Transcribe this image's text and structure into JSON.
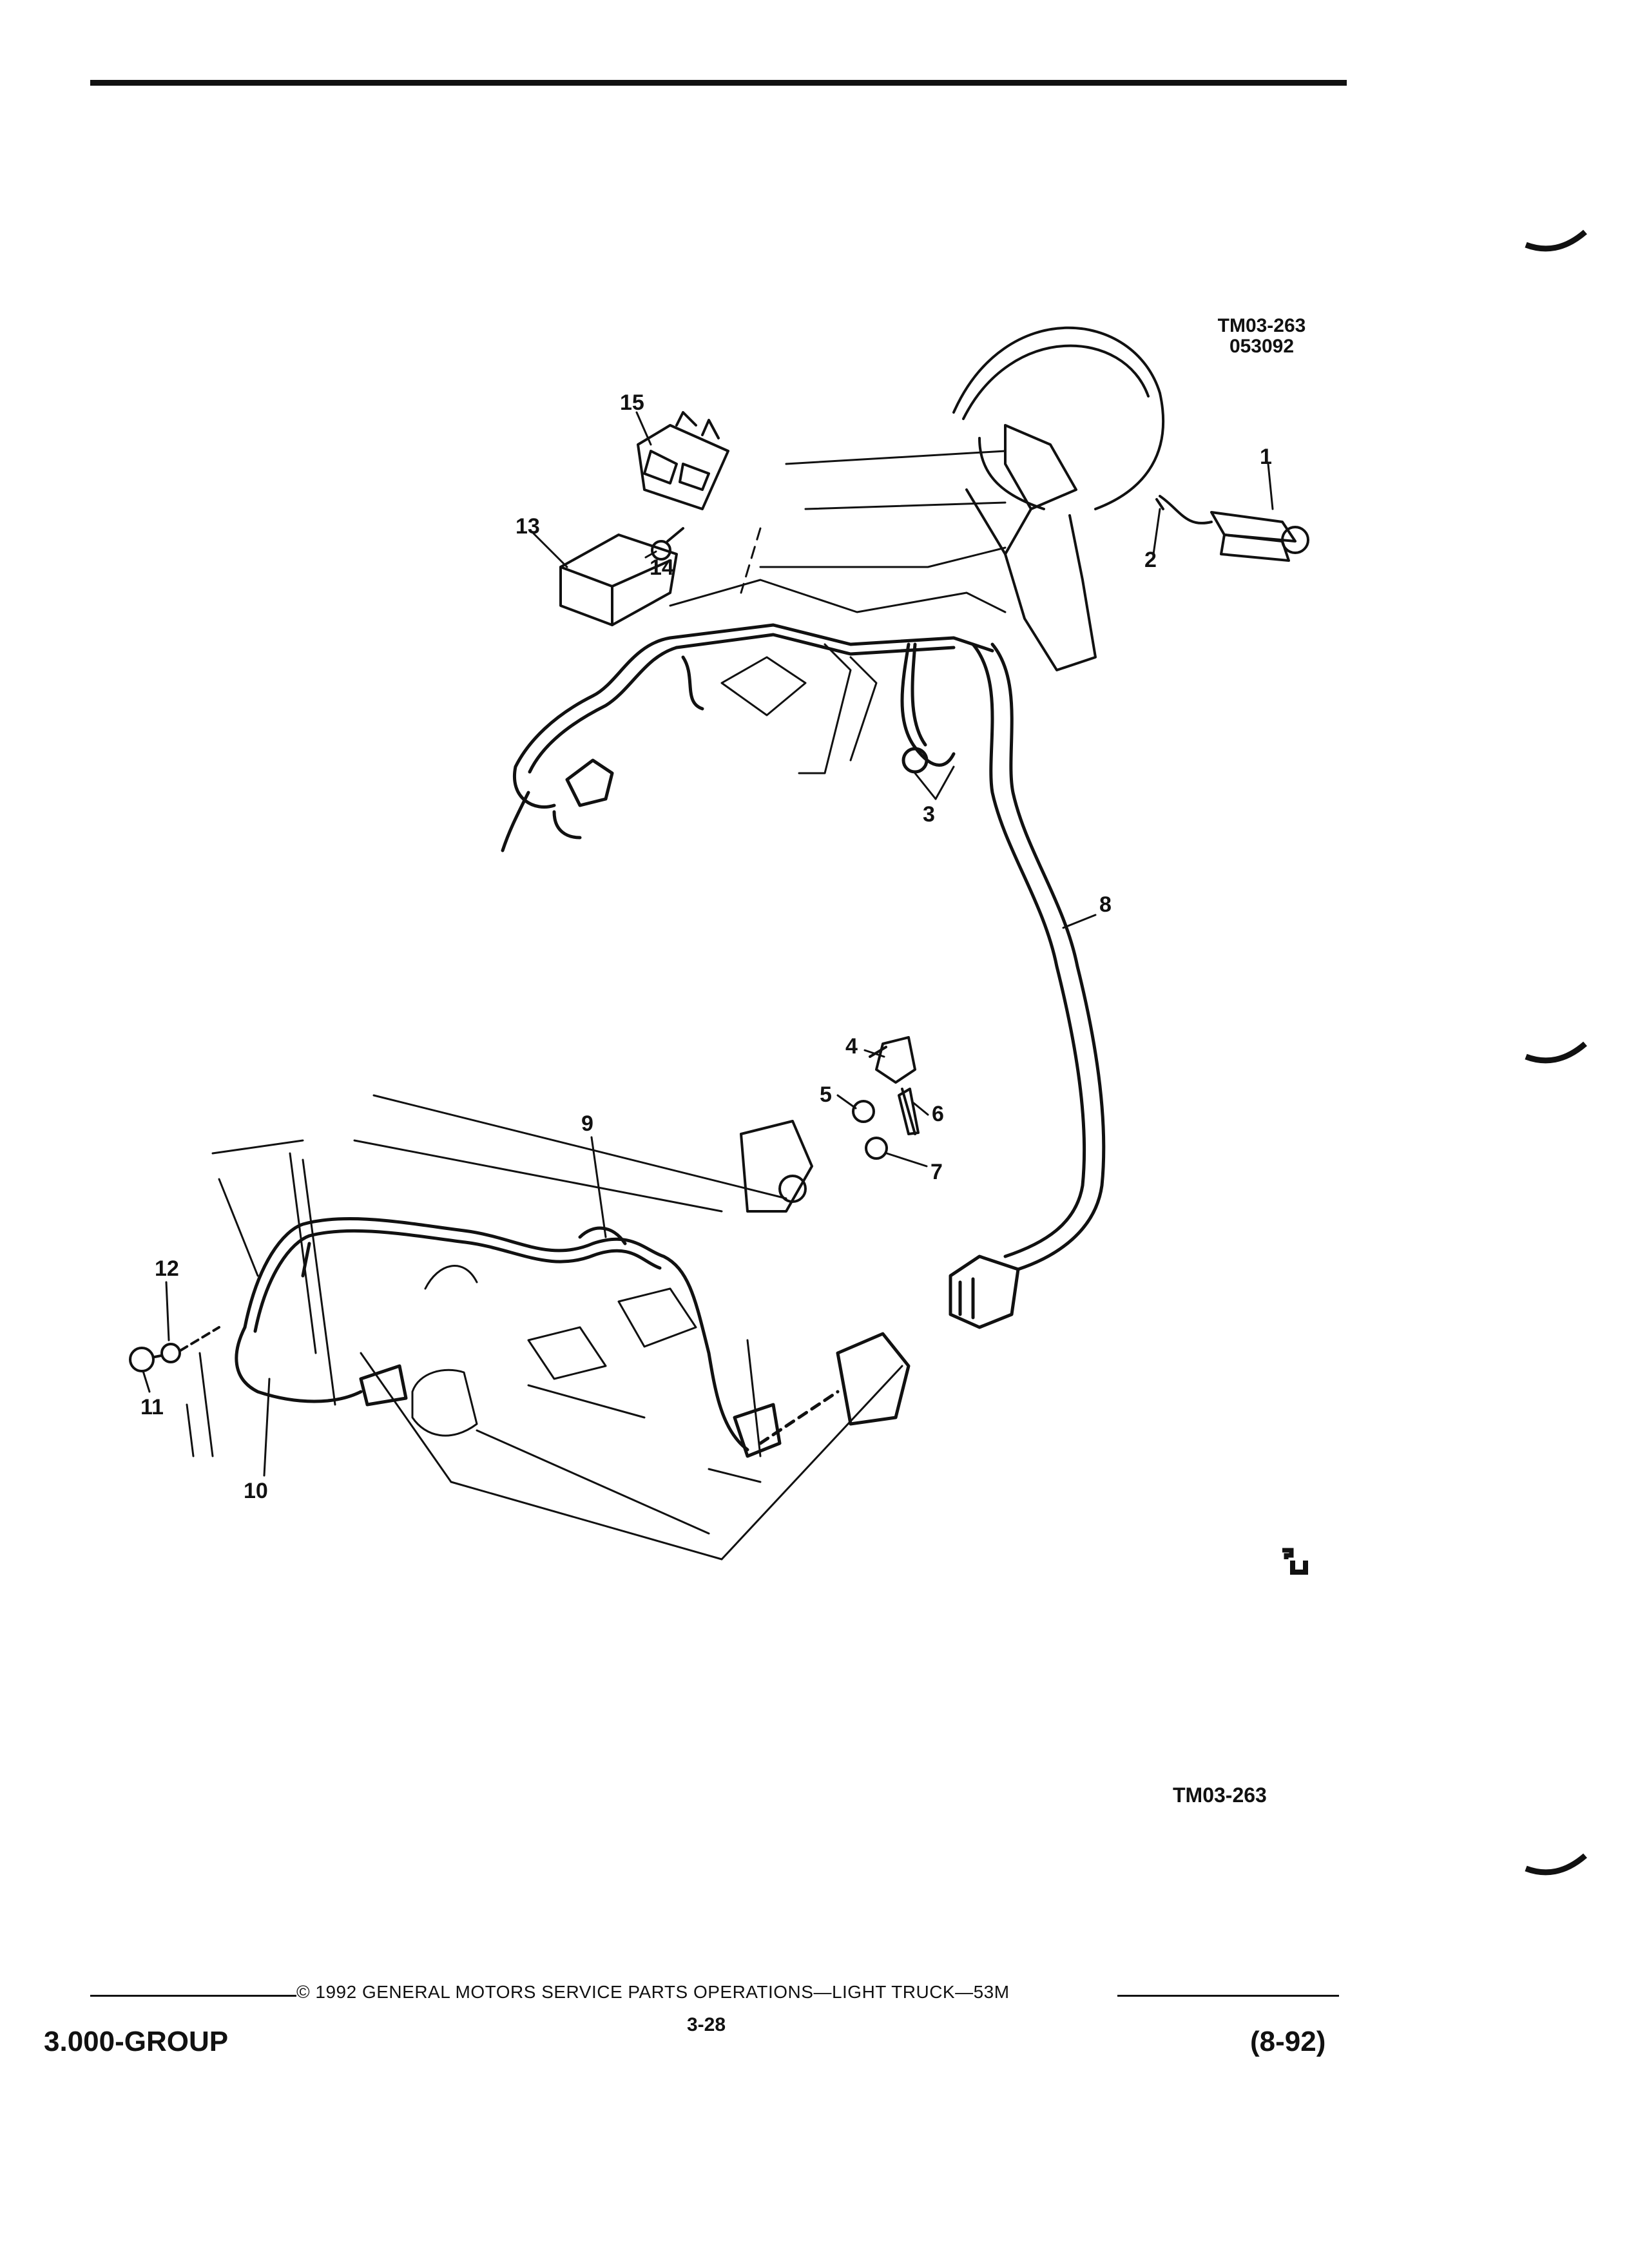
{
  "header": {
    "drawing_code": "TM03-263",
    "drawing_date": "053092"
  },
  "callouts": {
    "c1": "1",
    "c2": "2",
    "c3": "3",
    "c4": "4",
    "c5": "5",
    "c6": "6",
    "c7": "7",
    "c8": "8",
    "c9": "9",
    "c10": "10",
    "c11": "11",
    "c12": "12",
    "c13": "13",
    "c14": "14",
    "c15": "15"
  },
  "figure_label": "TM03-263",
  "footer": {
    "group": "3.000-GROUP",
    "copyright": "© 1992 GENERAL MOTORS SERVICE PARTS OPERATIONS—LIGHT TRUCK—53M",
    "page_number": "3-28",
    "revision": "(8-92)"
  },
  "icons": {
    "punch_marks": "binder-hole-marks-icon",
    "corner_mark": "logo-mark-icon"
  }
}
